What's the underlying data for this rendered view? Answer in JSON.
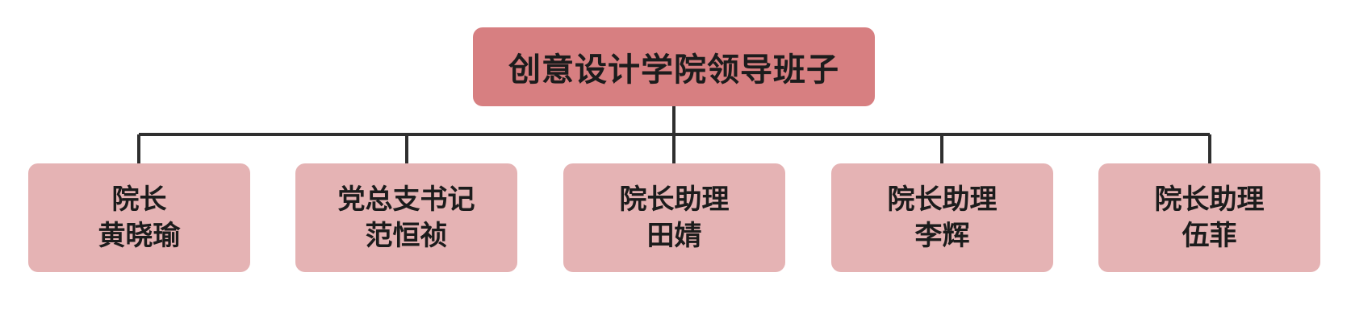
{
  "colors": {
    "root_fill": "#d77f81",
    "child_fill": "#e5b3b4",
    "connector": "#2f2f2f",
    "text": "#1c1c1c"
  },
  "root": {
    "label": "创意设计学院领导班子"
  },
  "children": [
    {
      "role": "院长",
      "name": "黄晓瑜"
    },
    {
      "role": "党总支书记",
      "name": "范恒祯"
    },
    {
      "role": "院长助理",
      "name": "田婧"
    },
    {
      "role": "院长助理",
      "name": "李辉"
    },
    {
      "role": "院长助理",
      "name": "伍菲"
    }
  ]
}
